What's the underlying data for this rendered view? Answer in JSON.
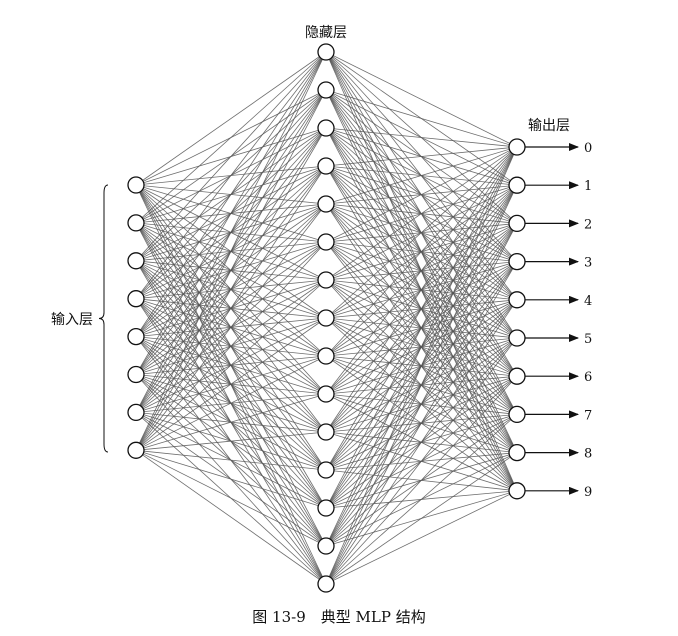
{
  "diagram": {
    "layers": {
      "input": {
        "label": "输入层",
        "count": 8
      },
      "hidden": {
        "label": "隐藏层",
        "count": 15
      },
      "output": {
        "label": "输出层",
        "count": 10
      }
    },
    "output_labels": [
      "0",
      "1",
      "2",
      "3",
      "4",
      "5",
      "6",
      "7",
      "8",
      "9"
    ],
    "caption": "图 13-9　典型 MLP 结构",
    "colors": {
      "connection": "#555555",
      "node_stroke": "#111111",
      "node_fill": "#ffffff",
      "arrow": "#111111"
    }
  }
}
